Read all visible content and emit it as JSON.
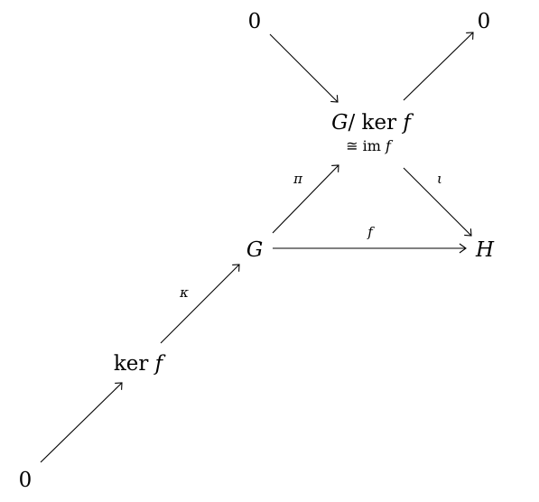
{
  "nodes": {
    "zero_top_left": "0",
    "zero_top_right": "0",
    "quotient_g": "G",
    "quotient_slash": "/ ker ",
    "quotient_f": "f",
    "iso_symbol": "≅ im ",
    "iso_f": "f",
    "g": "G",
    "h": "H",
    "kernel_text": "ker ",
    "kernel_f": "f",
    "zero_bottom_left": "0"
  },
  "arrows": {
    "pi": "π",
    "iota": "ι",
    "f": "f",
    "kappa": "κ"
  }
}
